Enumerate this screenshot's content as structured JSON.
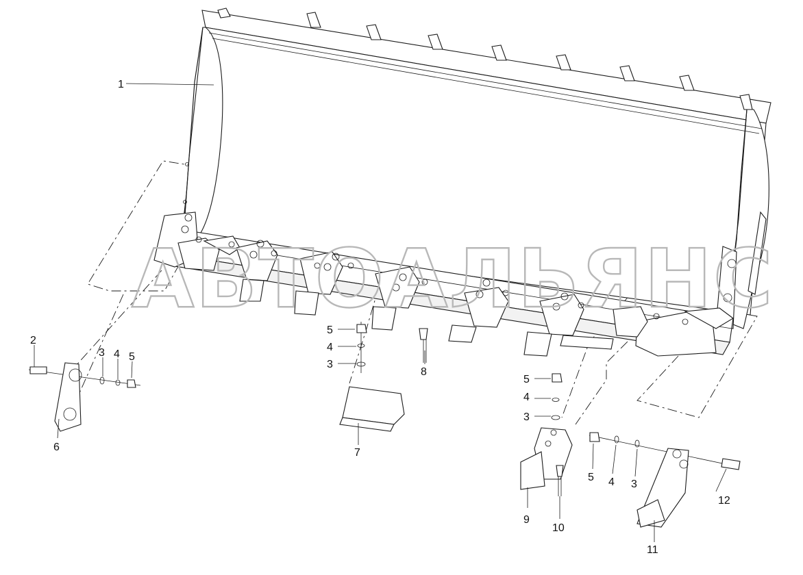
{
  "watermark": "АВТОАЛЬЯНС",
  "callouts": [
    {
      "id": "1",
      "text": "1"
    },
    {
      "id": "2",
      "text": "2"
    },
    {
      "id": "3a",
      "text": "3"
    },
    {
      "id": "4a",
      "text": "4"
    },
    {
      "id": "5a",
      "text": "5"
    },
    {
      "id": "6",
      "text": "6"
    },
    {
      "id": "5b",
      "text": "5"
    },
    {
      "id": "4b",
      "text": "4"
    },
    {
      "id": "3b",
      "text": "3"
    },
    {
      "id": "7",
      "text": "7"
    },
    {
      "id": "8",
      "text": "8"
    },
    {
      "id": "5c",
      "text": "5"
    },
    {
      "id": "4c",
      "text": "4"
    },
    {
      "id": "3c",
      "text": "3"
    },
    {
      "id": "9",
      "text": "9"
    },
    {
      "id": "10",
      "text": "10"
    },
    {
      "id": "5d",
      "text": "5"
    },
    {
      "id": "4d",
      "text": "4"
    },
    {
      "id": "3d",
      "text": "3"
    },
    {
      "id": "11",
      "text": "11"
    },
    {
      "id": "12",
      "text": "12"
    }
  ]
}
